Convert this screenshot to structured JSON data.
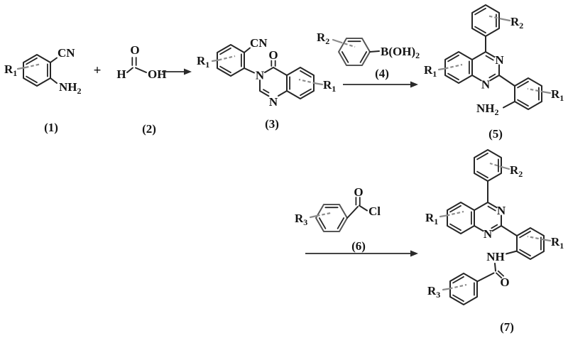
{
  "scheme": {
    "plus_sign": "+",
    "compounds": {
      "c1": {
        "number": "(1)",
        "labels": {
          "r1_base": "R",
          "r1_sub": "1",
          "cn": "CN",
          "nh2_base": "NH",
          "nh2_sub": "2"
        }
      },
      "c2": {
        "number": "(2)",
        "labels": {
          "o": "O",
          "h": "H",
          "oh": "OH"
        }
      },
      "c3": {
        "number": "(3)",
        "labels": {
          "r1a_base": "R",
          "r1a_sub": "1",
          "cn": "CN",
          "o": "O",
          "n3": "N",
          "n1": "N",
          "r1b_base": "R",
          "r1b_sub": "1"
        }
      },
      "r4": {
        "number": "(4)",
        "labels": {
          "r2_base": "R",
          "r2_sub": "2",
          "boronic_base": "B(OH)",
          "boronic_sub": "2"
        }
      },
      "c5": {
        "number": "(5)",
        "labels": {
          "r2_base": "R",
          "r2_sub": "2",
          "r1a_base": "R",
          "r1a_sub": "1",
          "n3": "N",
          "n1": "N",
          "r1b_base": "R",
          "r1b_sub": "1",
          "nh2_base": "NH",
          "nh2_sub": "2"
        }
      },
      "r6": {
        "number": "(6)",
        "labels": {
          "r3_base": "R",
          "r3_sub": "3",
          "o": "O",
          "cl": "Cl"
        }
      },
      "c7": {
        "number": "(7)",
        "labels": {
          "r2_base": "R",
          "r2_sub": "2",
          "r1a_base": "R",
          "r1a_sub": "1",
          "n3": "N",
          "n1": "N",
          "r1b_base": "R",
          "r1b_sub": "1",
          "nh": "NH",
          "o": "O",
          "r3_base": "R",
          "r3_sub": "3"
        }
      }
    }
  }
}
